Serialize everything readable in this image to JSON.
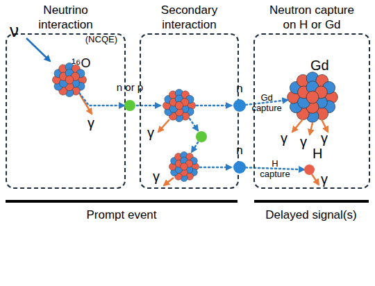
{
  "diagram": {
    "nodes": [
      {
        "text": [
          "Neutrino interaction",
          "(NCQE)"
        ]
      },
      {
        "text": [
          "¹⁶O"
        ],
        "in": 0
      },
      {
        "text": [
          "n or p"
        ]
      },
      {
        "text": [
          "Secondary interaction"
        ]
      },
      {
        "text": [
          "n"
        ]
      },
      {
        "text": [
          "n"
        ]
      },
      {
        "text": [
          "Neutron capture on H or Gd"
        ]
      },
      {
        "text": [
          "Gd"
        ],
        "in": 6
      },
      {
        "text": [
          "H"
        ],
        "in": 6
      }
    ],
    "edges": [
      {
        "from": 1,
        "to": 2,
        "arrow": "to"
      },
      {
        "from": 4,
        "to": 7,
        "label": "Gd capture",
        "arrow": "to"
      },
      {
        "from": 5,
        "to": 8,
        "label": "H capture",
        "arrow": "to"
      }
    ],
    "labels": [
      "ν",
      "γ",
      "γ",
      "γ",
      "γ",
      "γ",
      "γ",
      "γ",
      "Prompt event",
      "Delayed signal(s)"
    ]
  }
}
